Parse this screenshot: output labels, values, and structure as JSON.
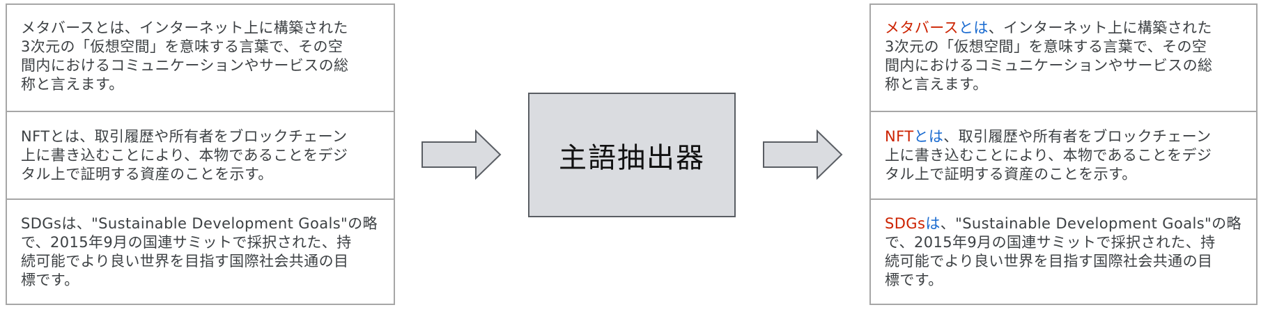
{
  "colors": {
    "border": "#a6a6a6",
    "text": "#3c4043",
    "subject_highlight": "#cc2200",
    "particle_highlight": "#1a6bd0",
    "box_fill": "#dadce0",
    "box_border": "#595d63",
    "arrow_fill": "#dadce0",
    "arrow_border": "#595d63"
  },
  "input_panel": {
    "rows": [
      {
        "lines": [
          "メタバースとは、インターネット上に構築された",
          "3次元の「仮想空間」を意味する言葉で、その空",
          "間内におけるコミュニケーションやサービスの総",
          "称と言えます。"
        ]
      },
      {
        "lines": [
          "NFTとは、取引履歴や所有者をブロックチェーン",
          "上に書き込むことにより、本物であることをデジ",
          "タル上で証明する資産のことを示す。"
        ]
      },
      {
        "lines": [
          "SDGsは、\"Sustainable Development Goals\"の略",
          "で、2015年9月の国連サミットで採択された、持",
          "続可能でより良い世界を目指す国際社会共通の目",
          "標です。"
        ]
      }
    ]
  },
  "processor": {
    "label": "主語抽出器"
  },
  "output_panel": {
    "rows": [
      {
        "subject": "メタバース",
        "particle": "とは",
        "first_line_rest": "、インターネット上に構築された",
        "lines": [
          "3次元の「仮想空間」を意味する言葉で、その空",
          "間内におけるコミュニケーションやサービスの総",
          "称と言えます。"
        ]
      },
      {
        "subject": "NFT",
        "particle": "とは",
        "first_line_rest": "、取引履歴や所有者をブロックチェーン",
        "lines": [
          "上に書き込むことにより、本物であることをデジ",
          "タル上で証明する資産のことを示す。"
        ]
      },
      {
        "subject": "SDGs",
        "particle": "は",
        "first_line_rest": "、\"Sustainable Development Goals\"の略",
        "lines": [
          "で、2015年9月の国連サミットで採択された、持",
          "続可能でより良い世界を目指す国際社会共通の目",
          "標です。"
        ]
      }
    ]
  }
}
